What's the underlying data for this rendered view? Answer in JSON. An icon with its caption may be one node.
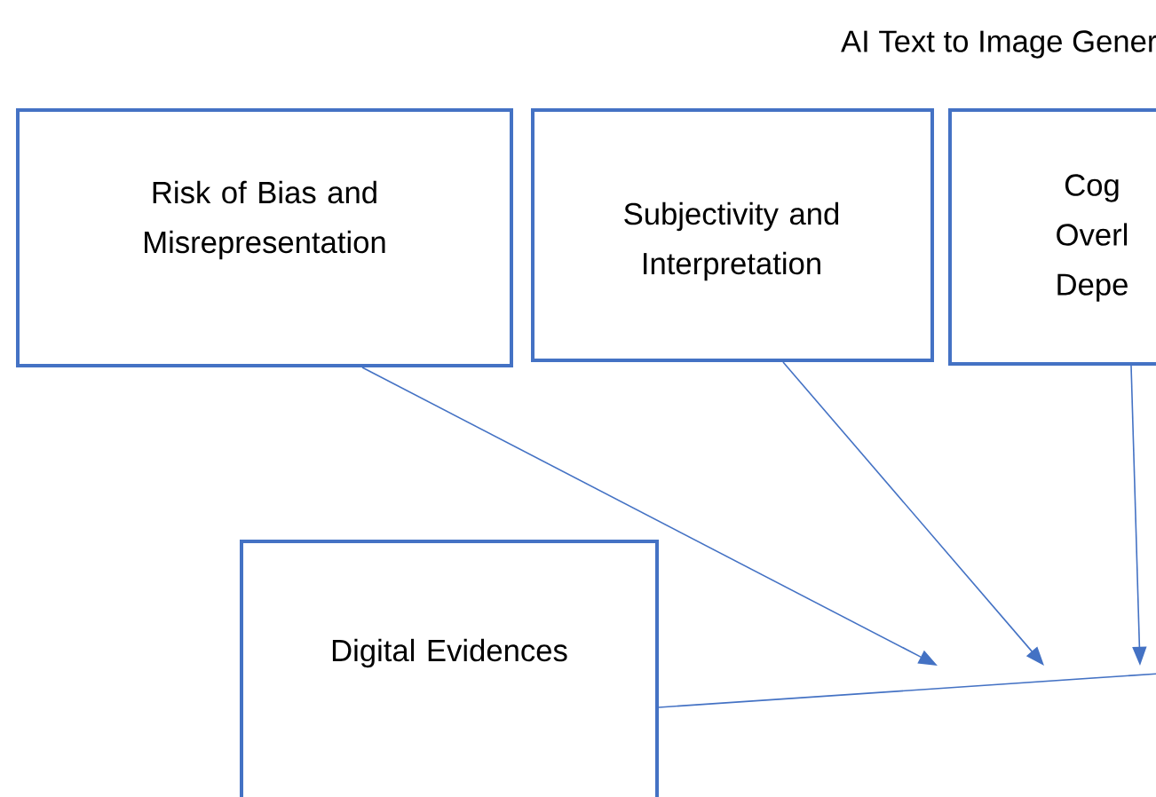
{
  "diagram": {
    "nodes": [
      {
        "text": [
          "Risk of Bias and Misrepresentation"
        ]
      },
      {
        "text": [
          "Subjectivity and Interpretation"
        ]
      },
      {
        "text": [
          "Cog Overl Depe"
        ]
      },
      {
        "text": [
          "Digital Evidences"
        ]
      }
    ],
    "edges": [
      {
        "from": 0,
        "to": null,
        "arrow": "to"
      },
      {
        "from": 1,
        "to": null,
        "arrow": "to"
      },
      {
        "from": 2,
        "to": null,
        "arrow": "to"
      },
      {
        "from": 3,
        "to": null,
        "arrow": "none"
      }
    ],
    "labels": [
      "AI Text to Image Gener"
    ]
  }
}
